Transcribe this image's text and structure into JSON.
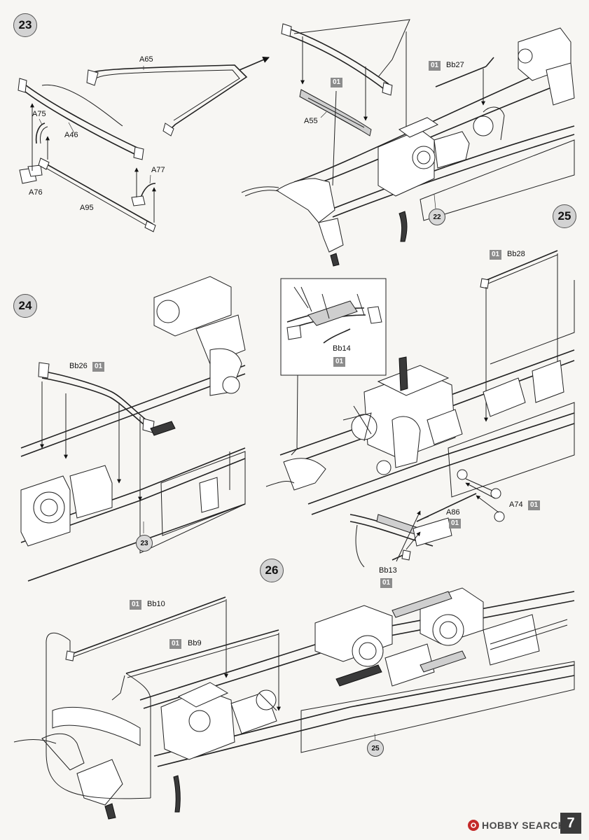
{
  "page": {
    "number": "7"
  },
  "watermark": {
    "brand": "HOBBY SEARCH",
    "icon": "hobby-search-logo-icon"
  },
  "steps": [
    {
      "number": "23"
    },
    {
      "number": "24"
    },
    {
      "number": "25"
    },
    {
      "number": "26"
    }
  ],
  "ref_steps": {
    "s22": "22",
    "s23": "23",
    "s25": "25"
  },
  "parts": {
    "a65": "A65",
    "a46": "A46",
    "a75": "A75",
    "a76": "A76",
    "a95": "A95",
    "a77": "A77",
    "a55": "A55",
    "bb27": "Bb27",
    "bb26": "Bb26",
    "bb28": "Bb28",
    "bb14": "Bb14",
    "a74": "A74",
    "a86": "A86",
    "bb13": "Bb13",
    "bb10": "Bb10",
    "bb9": "Bb9"
  },
  "sprue_tag": "01",
  "colors": {
    "sprue": "#8c8c8c",
    "step_circle": "#d3d3d3",
    "ink": "#222222",
    "paper": "#f7f6f3"
  }
}
